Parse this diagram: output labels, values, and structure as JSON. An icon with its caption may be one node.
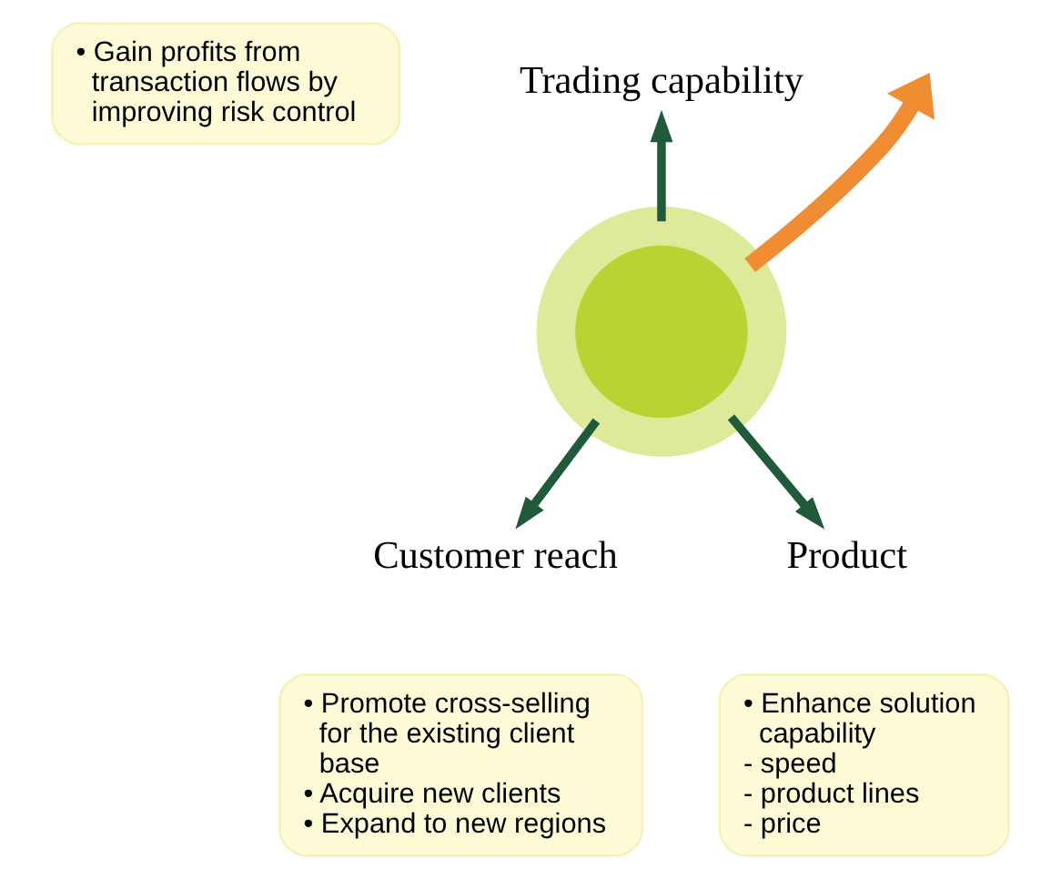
{
  "diagram": {
    "nodes": [
      {
        "text": [],
        "shape": "circle"
      },
      {
        "text": [
          "Trading capability"
        ]
      },
      {
        "text": [
          "Customer reach"
        ]
      },
      {
        "text": [
          "Product"
        ]
      },
      {
        "text": [
          "• Gain profits from transaction flows by improving risk control"
        ]
      },
      {
        "text": [
          "• Promote cross-selling for the existing client base",
          "• Acquire new clients",
          "• Expand to new regions"
        ]
      },
      {
        "text": [
          "• Enhance solution capability",
          "- speed",
          "- product lines",
          "- price"
        ]
      }
    ],
    "edges": [
      {
        "from": 0,
        "to": 1,
        "arrow": "to"
      },
      {
        "from": 0,
        "to": 2,
        "arrow": "to"
      },
      {
        "from": 0,
        "to": 3,
        "arrow": "to"
      },
      {
        "from": 0,
        "to": null,
        "arrow": "to",
        "style": "thick",
        "color": "#f08c32"
      }
    ]
  }
}
